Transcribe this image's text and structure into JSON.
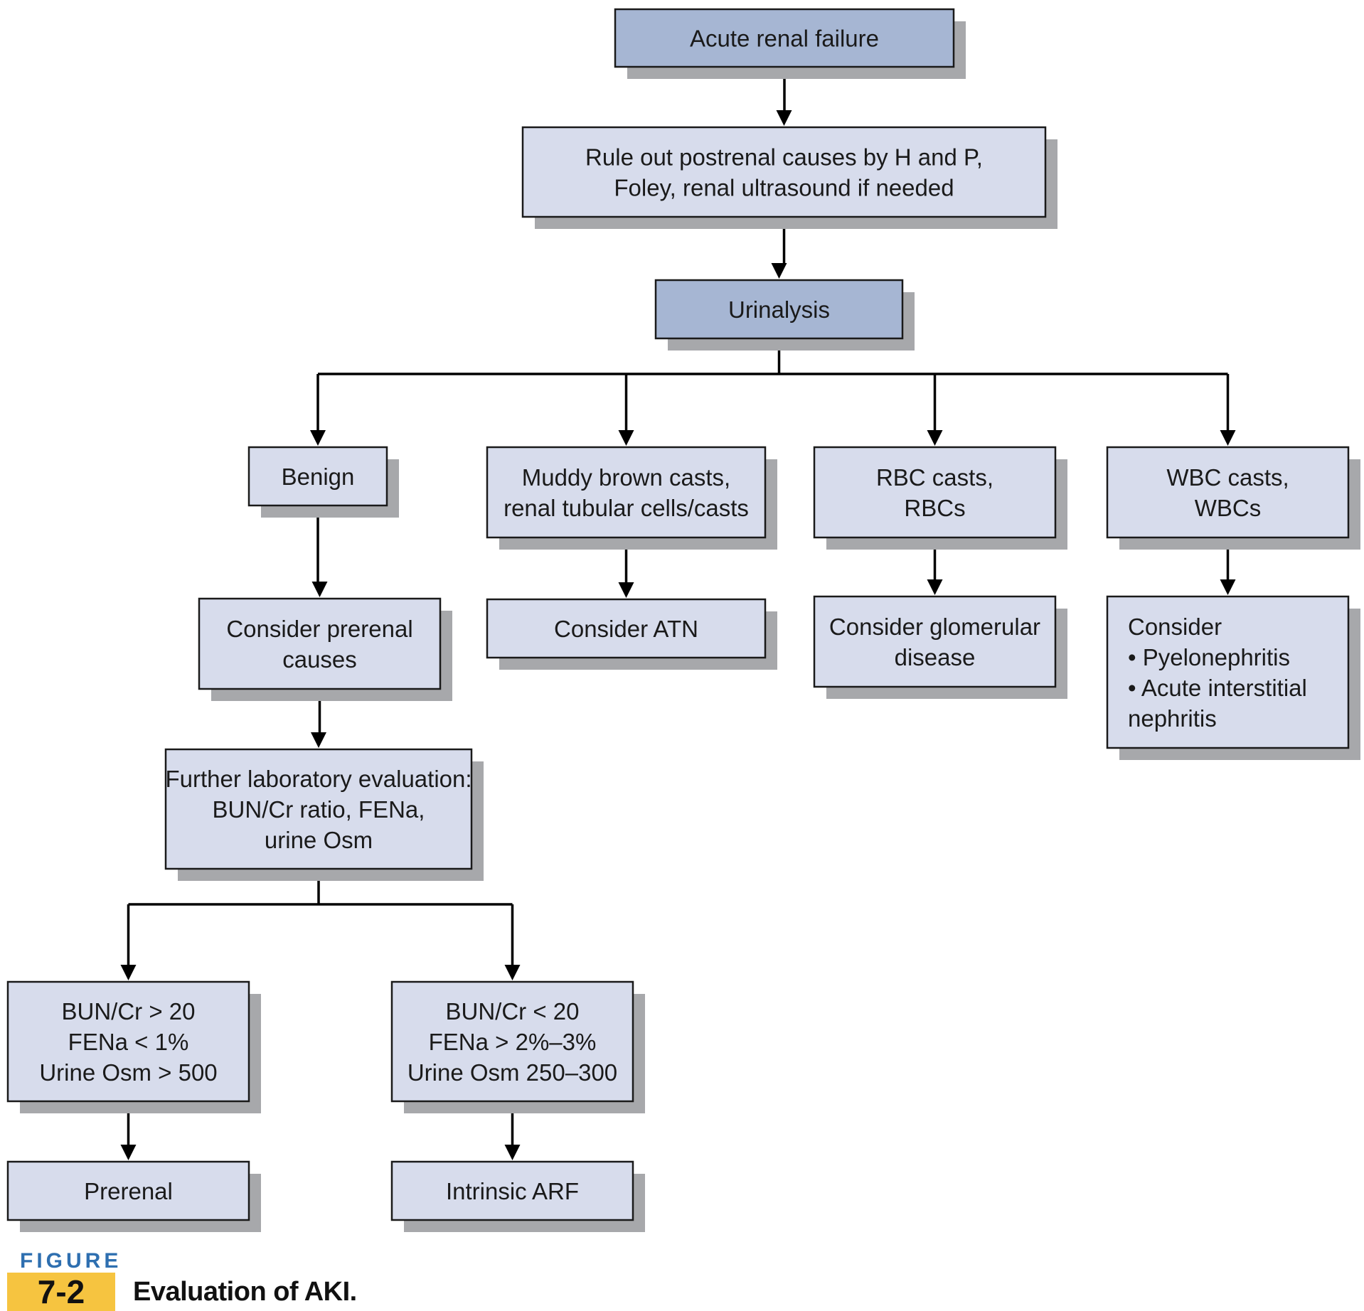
{
  "colors": {
    "box_dark": "#a6b6d3",
    "box_light": "#d7dcec",
    "shadow": "#a7a8ab",
    "figure_label": "#2e6fb0",
    "figure_number_bg": "#f6c440"
  },
  "nodes": [
    {
      "id": "acute-renal-failure",
      "style": "dark",
      "lines": [
        "Acute renal failure"
      ]
    },
    {
      "id": "rule-out-postrenal",
      "style": "light",
      "lines": [
        "Rule out postrenal causes by H and P,",
        "Foley, renal ultrasound if needed"
      ]
    },
    {
      "id": "urinalysis",
      "style": "dark",
      "lines": [
        "Urinalysis"
      ]
    },
    {
      "id": "benign",
      "style": "light",
      "lines": [
        "Benign"
      ]
    },
    {
      "id": "muddy-brown-casts",
      "style": "light",
      "lines": [
        "Muddy brown casts,",
        "renal tubular cells/casts"
      ]
    },
    {
      "id": "rbc-casts",
      "style": "light",
      "lines": [
        "RBC casts,",
        "RBCs"
      ]
    },
    {
      "id": "wbc-casts",
      "style": "light",
      "lines": [
        "WBC casts,",
        "WBCs"
      ]
    },
    {
      "id": "consider-prerenal",
      "style": "light",
      "lines": [
        "Consider prerenal",
        "causes"
      ]
    },
    {
      "id": "consider-atn",
      "style": "light",
      "lines": [
        "Consider ATN"
      ]
    },
    {
      "id": "consider-glomerular",
      "style": "light",
      "lines": [
        "Consider glomerular",
        "disease"
      ]
    },
    {
      "id": "consider-pyelo-ain",
      "style": "light",
      "align": "left",
      "lines": [
        "Consider",
        "• Pyelonephritis",
        "• Acute interstitial",
        "  nephritis"
      ]
    },
    {
      "id": "further-lab-eval",
      "style": "light",
      "lines": [
        "Further laboratory evaluation:",
        "BUN/Cr ratio, FENa,",
        "urine Osm"
      ]
    },
    {
      "id": "prerenal-criteria",
      "style": "light",
      "lines": [
        "BUN/Cr > 20",
        "FENa < 1%",
        "Urine Osm > 500"
      ]
    },
    {
      "id": "intrinsic-criteria",
      "style": "light",
      "lines": [
        "BUN/Cr < 20",
        "FENa > 2%–3%",
        "Urine Osm 250–300"
      ]
    },
    {
      "id": "prerenal",
      "style": "light",
      "lines": [
        "Prerenal"
      ]
    },
    {
      "id": "intrinsic-arf",
      "style": "light",
      "lines": [
        "Intrinsic ARF"
      ]
    }
  ],
  "edges": [
    [
      "acute-renal-failure",
      "rule-out-postrenal"
    ],
    [
      "rule-out-postrenal",
      "urinalysis"
    ],
    [
      "urinalysis",
      "benign"
    ],
    [
      "urinalysis",
      "muddy-brown-casts"
    ],
    [
      "urinalysis",
      "rbc-casts"
    ],
    [
      "urinalysis",
      "wbc-casts"
    ],
    [
      "benign",
      "consider-prerenal"
    ],
    [
      "muddy-brown-casts",
      "consider-atn"
    ],
    [
      "rbc-casts",
      "consider-glomerular"
    ],
    [
      "wbc-casts",
      "consider-pyelo-ain"
    ],
    [
      "consider-prerenal",
      "further-lab-eval"
    ],
    [
      "further-lab-eval",
      "prerenal-criteria"
    ],
    [
      "further-lab-eval",
      "intrinsic-criteria"
    ],
    [
      "prerenal-criteria",
      "prerenal"
    ],
    [
      "intrinsic-criteria",
      "intrinsic-arf"
    ]
  ],
  "figure": {
    "label": "FIGURE",
    "number": "7-2",
    "caption": "Evaluation of AKI."
  }
}
